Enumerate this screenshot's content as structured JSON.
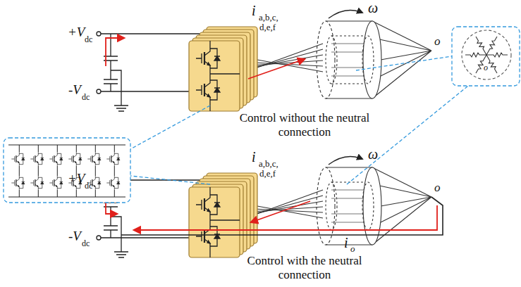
{
  "diagram": {
    "labels": [
      "+V",
      "dc",
      "-V",
      "dc",
      "i",
      "a,b,c,",
      "d,e,f",
      "ω",
      "o",
      "o",
      "Control without the neutral connection",
      "+V",
      "dc",
      "-V",
      "dc",
      "i",
      "a,b,c,",
      "d,e,f",
      "ω",
      "o",
      "i",
      "o",
      "Control with the neutral connection"
    ]
  }
}
